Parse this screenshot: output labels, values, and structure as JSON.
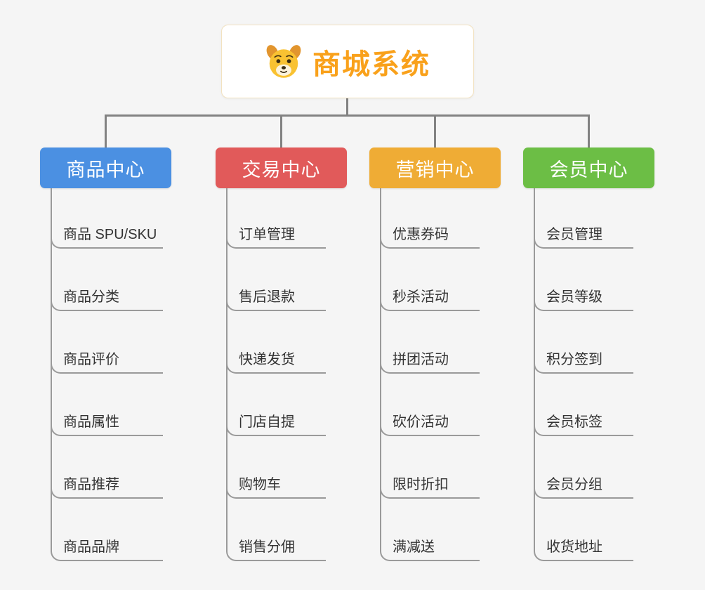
{
  "root": {
    "label": "商城系统",
    "icon": "dog-face-icon",
    "accent_color": "#F9A11B"
  },
  "line_color": "#828282",
  "branches": [
    {
      "label": "商品中心",
      "color": "#4B90E2",
      "children": [
        "商品 SPU/SKU",
        "商品分类",
        "商品评价",
        "商品属性",
        "商品推荐",
        "商品品牌"
      ]
    },
    {
      "label": "交易中心",
      "color": "#E15A5A",
      "children": [
        "订单管理",
        "售后退款",
        "快递发货",
        "门店自提",
        "购物车",
        "销售分佣"
      ]
    },
    {
      "label": "营销中心",
      "color": "#EFAC35",
      "children": [
        "优惠券码",
        "秒杀活动",
        "拼团活动",
        "砍价活动",
        "限时折扣",
        "满减送"
      ]
    },
    {
      "label": "会员中心",
      "color": "#6CBE45",
      "children": [
        "会员管理",
        "会员等级",
        "积分签到",
        "会员标签",
        "会员分组",
        "收货地址"
      ]
    }
  ]
}
